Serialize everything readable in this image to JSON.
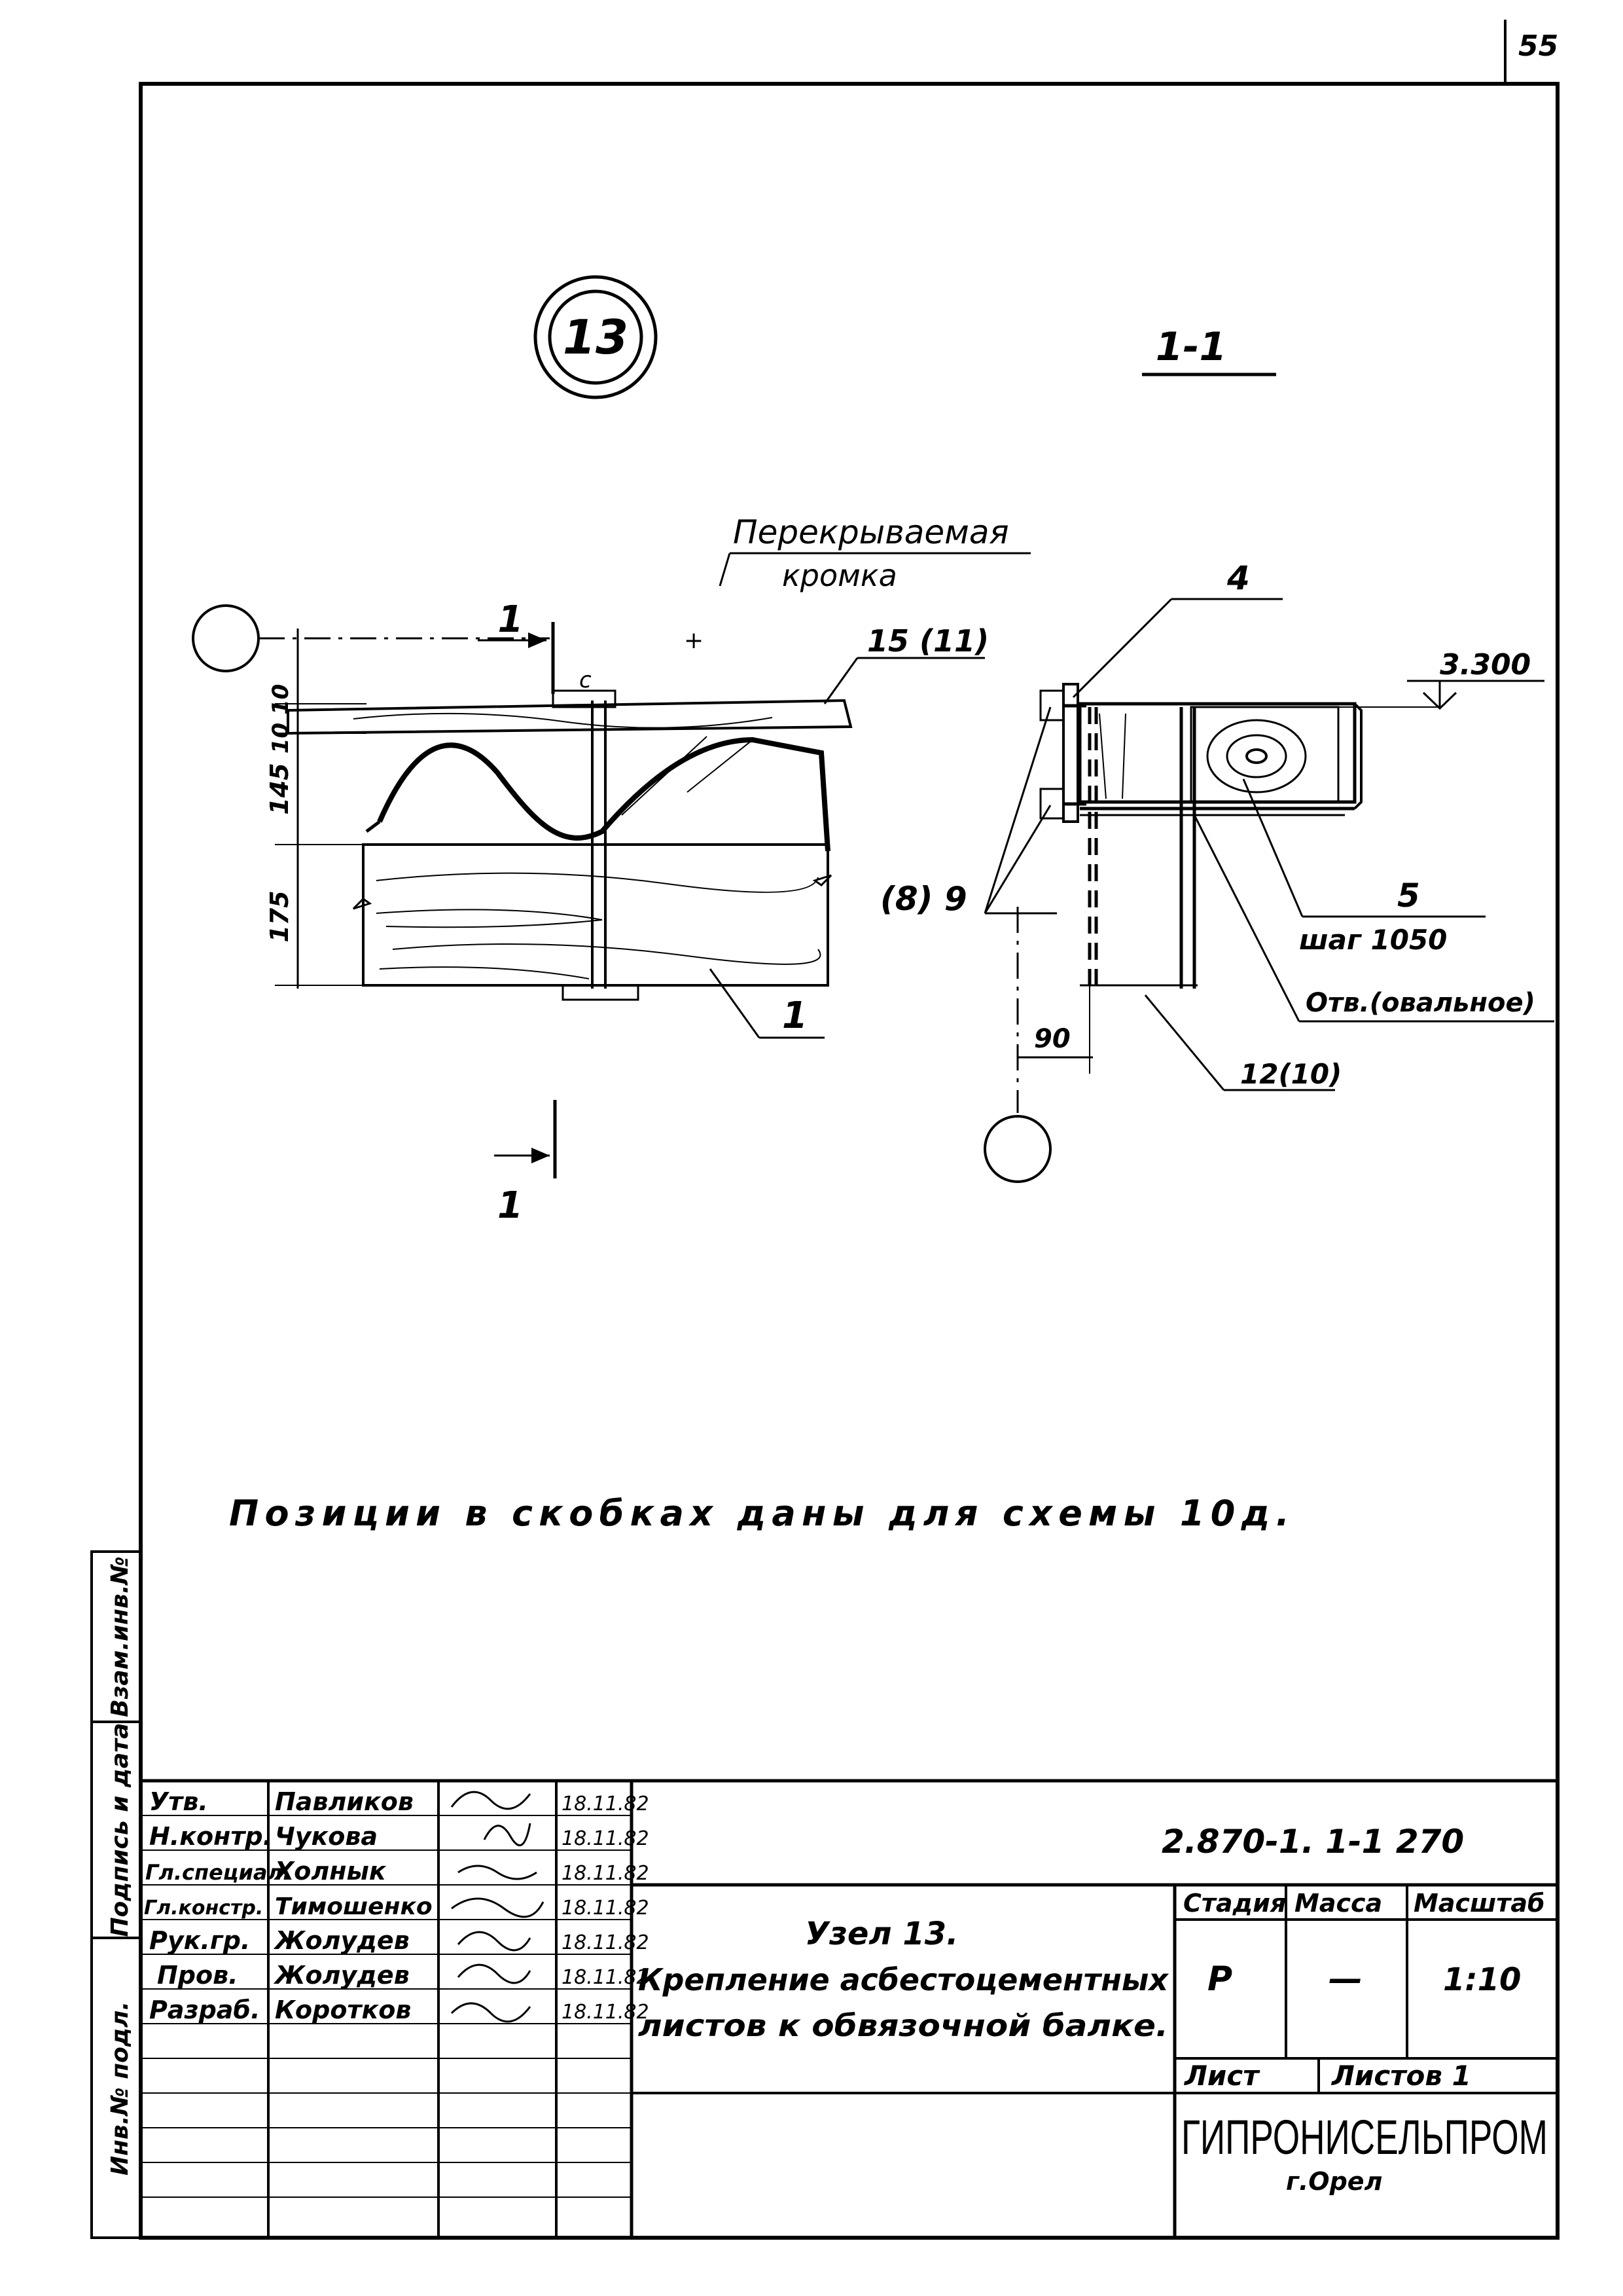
{
  "sheet_corner_number": "55",
  "node_number": "13",
  "section_label": "1-1",
  "annotations": {
    "overlap_edge_line1": "Перекрываемая",
    "overlap_edge_line2": "кромка",
    "pos_15": "15 (11)",
    "pos_4": "4",
    "elevation": "3.300",
    "pos_8_9": "(8) 9",
    "pos_5": "5",
    "step": "шаг 1050",
    "hole": "Отв.(овальное)",
    "pos_12": "12(10)",
    "pos_1": "1",
    "cut_mark_top": "1",
    "cut_mark_bottom": "1",
    "dim_top": "10 10",
    "dim_middle": "145",
    "dim_bottom": "175",
    "dim_90": "90",
    "dim_sym": "с"
  },
  "note": "Позиции в скобках даны для схемы 10д.",
  "side_stamp": {
    "col1": "Взам.инв.№",
    "col2": "Подпись и дата",
    "col3": "Инв.№ подл."
  },
  "title_block": {
    "rows": [
      {
        "role": "Утв.",
        "name": "Павликов",
        "date": "18.11.82"
      },
      {
        "role": "Н.контр.",
        "name": "Чукова",
        "date": "18.11.82"
      },
      {
        "role": "Гл.специал.",
        "name": "Холнык",
        "date": "18.11.82"
      },
      {
        "role": "Гл.констр.",
        "name": "Тимошенко",
        "date": "18.11.82"
      },
      {
        "role": "Рук.гр.",
        "name": "Жолудев",
        "date": "18.11.82"
      },
      {
        "role": "Пров.",
        "name": "Жолудев",
        "date": "18.11.82"
      },
      {
        "role": "Разраб.",
        "name": "Коротков",
        "date": "18.11.82"
      }
    ],
    "doc_code": "2.870-1. 1-1 270",
    "title_line1": "Узел 13.",
    "title_line2": "Крепление асбестоцементных",
    "title_line3": "листов к обвязочной балке.",
    "stage_label": "Стадия",
    "mass_label": "Масса",
    "scale_label": "Масштаб",
    "stage_value": "Р",
    "mass_value": "—",
    "scale_value": "1:10",
    "sheet_label": "Лист",
    "sheets_label": "Листов 1",
    "org_name": "ГИПРОНИСЕЛЬПРОМ",
    "org_city": "г.Орел"
  }
}
